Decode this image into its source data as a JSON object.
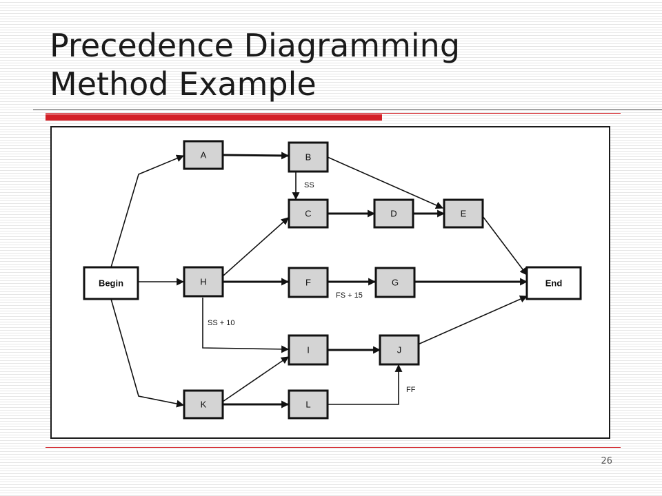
{
  "slide": {
    "title_line1": "Precedence Diagramming",
    "title_line2": "Method Example",
    "page_number": "26"
  },
  "colors": {
    "accent_red": "#d32027",
    "node_fill": "#d4d4d4",
    "terminal_fill": "#ffffff",
    "line": "#111111"
  },
  "diagram": {
    "nodes": {
      "begin": "Begin",
      "a": "A",
      "b": "B",
      "c": "C",
      "d": "D",
      "e": "E",
      "h": "H",
      "f": "F",
      "g": "G",
      "end": "End",
      "i": "I",
      "j": "J",
      "k": "K",
      "l": "L"
    },
    "edge_labels": {
      "b_c": "SS",
      "f_g": "FS + 15",
      "h_i": "SS + 10",
      "l_j": "FF"
    }
  }
}
